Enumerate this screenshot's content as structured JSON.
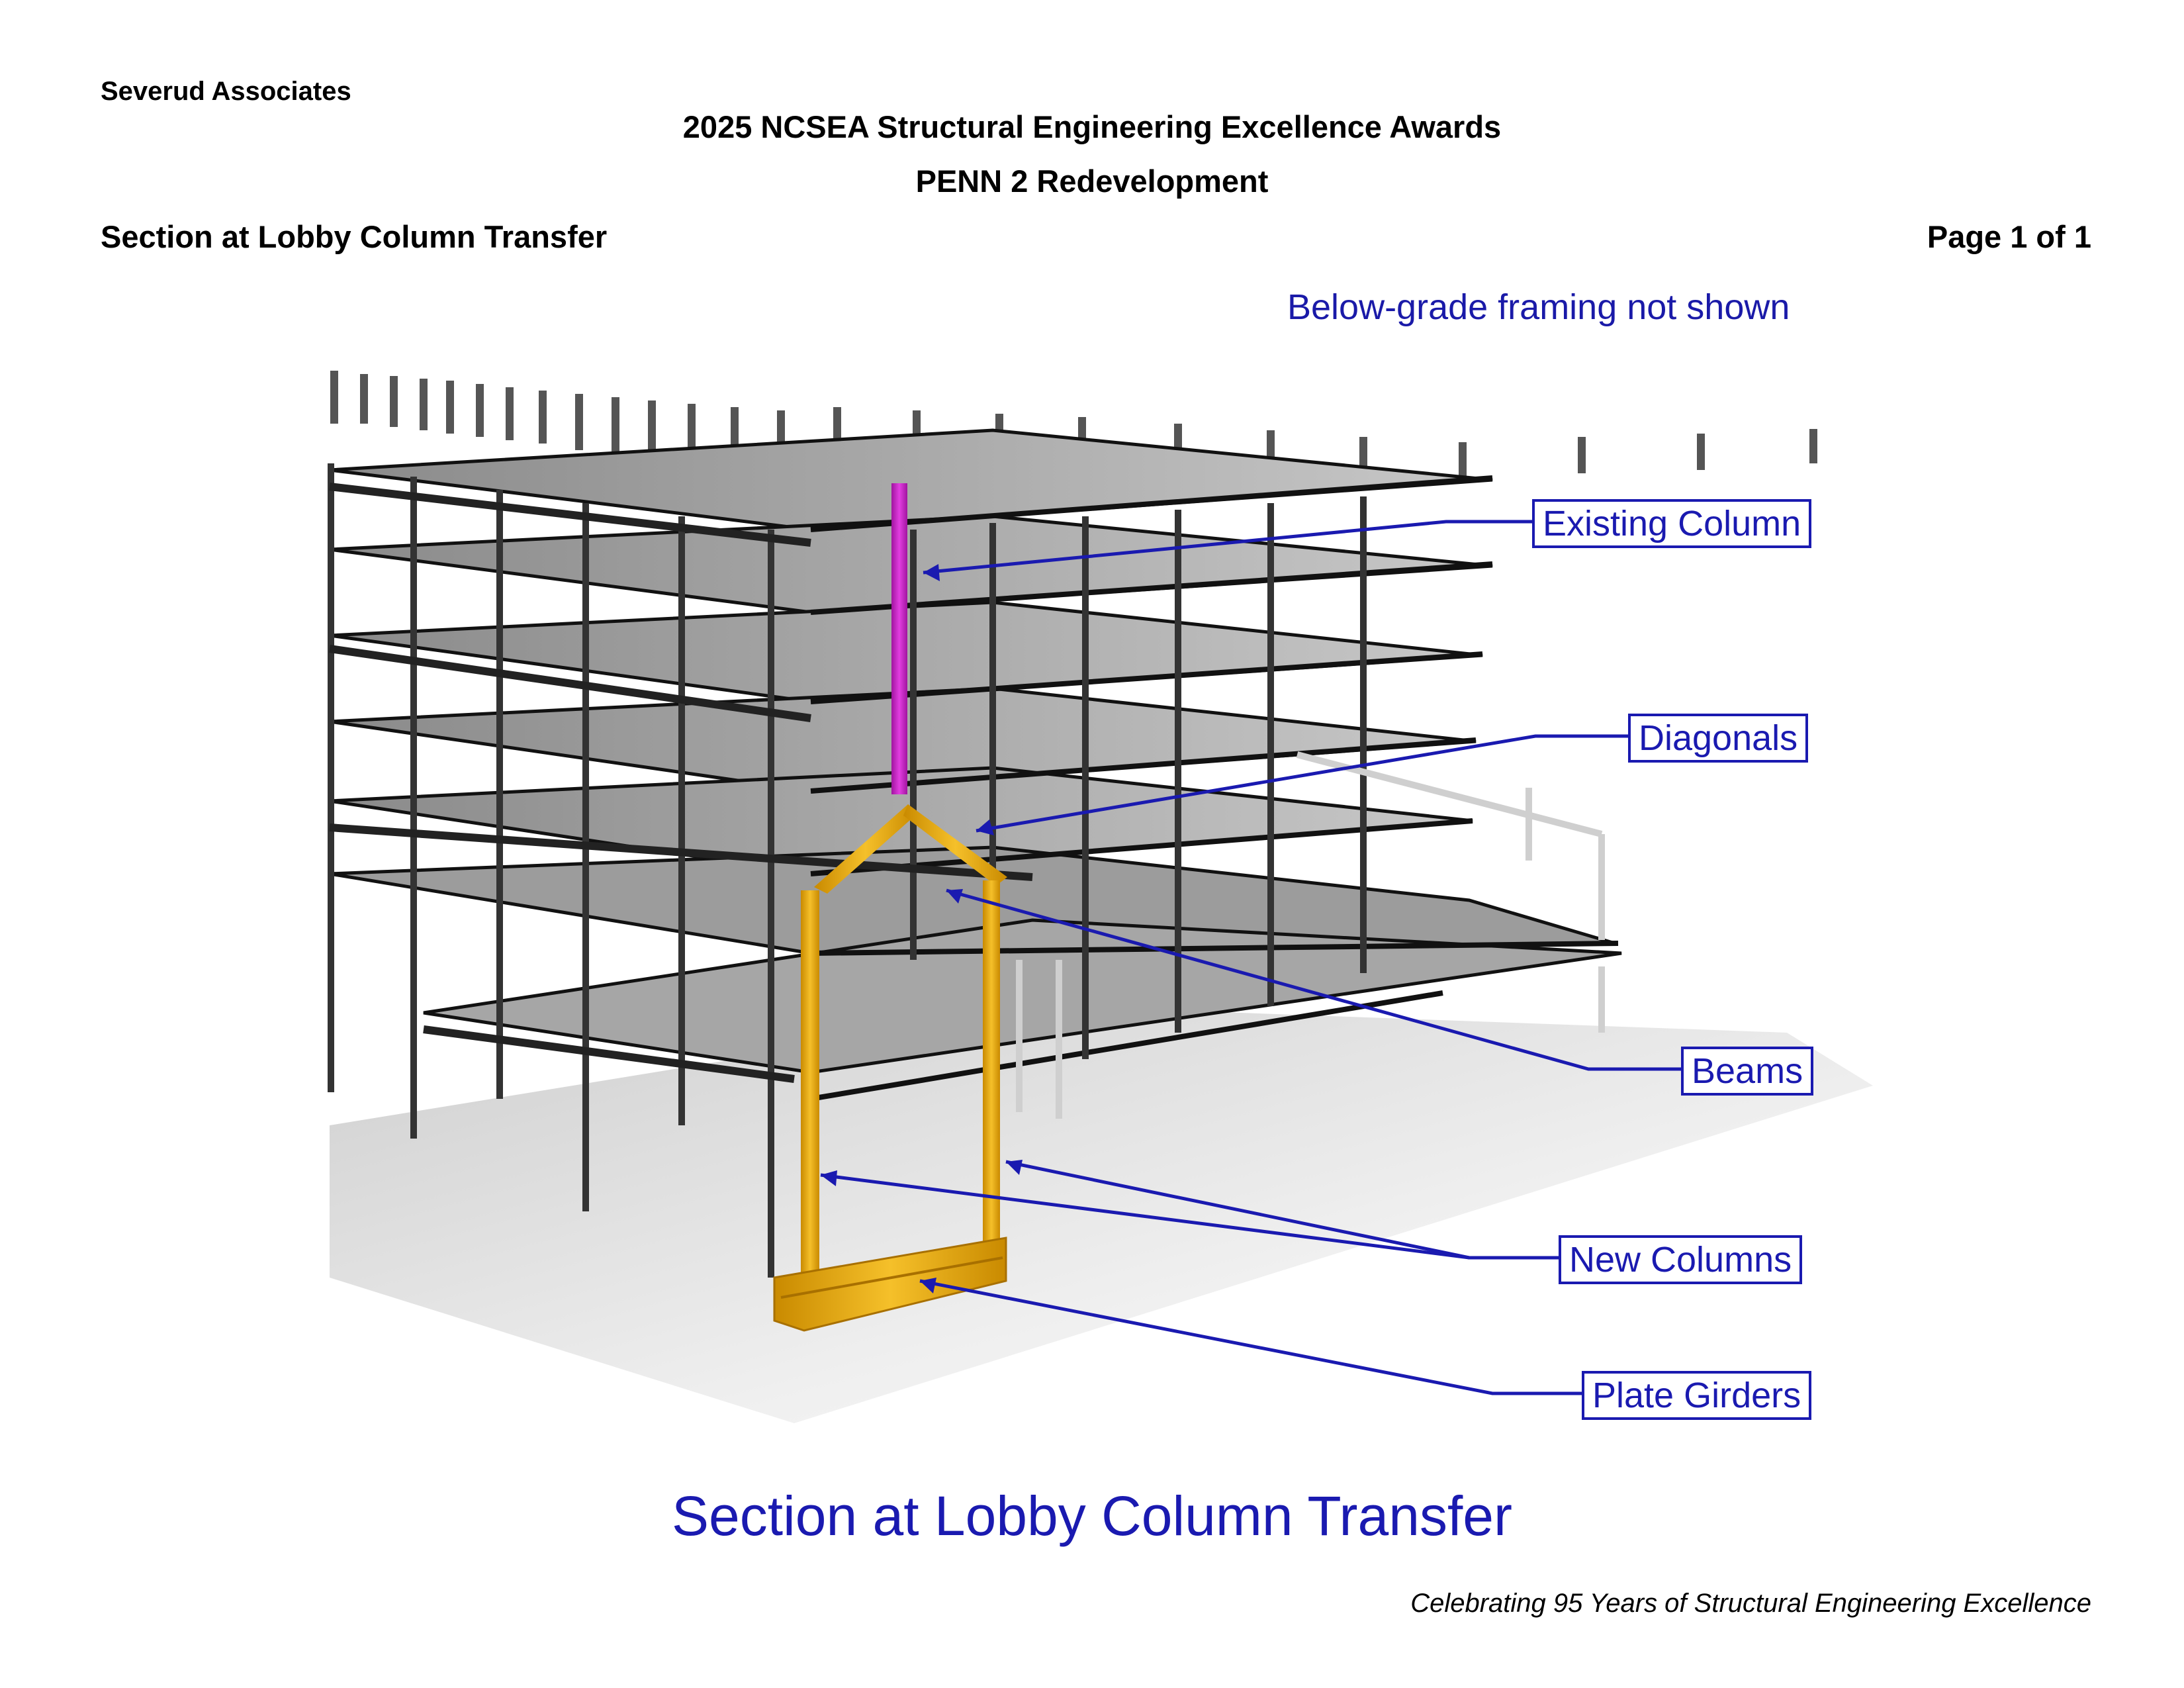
{
  "header": {
    "company": "Severud Associates",
    "awards": "2025 NCSEA Structural Engineering Excellence Awards",
    "project": "PENN 2 Redevelopment",
    "section": "Section at Lobby Column Transfer",
    "page": "Page 1 of 1"
  },
  "figure": {
    "note": "Below-grade framing not shown",
    "callouts": {
      "existing_column": "Existing Column",
      "diagonals": "Diagonals",
      "beams": "Beams",
      "new_columns": "New Columns",
      "plate_girders": "Plate Girders"
    },
    "colors": {
      "existing_column": "#d22ad2",
      "transfer_steel": "#f0b21a",
      "annotation": "#1a1ab0"
    },
    "caption": "Section at Lobby Column Transfer"
  },
  "footer": {
    "tagline": "Celebrating 95 Years of Structural Engineering Excellence"
  }
}
